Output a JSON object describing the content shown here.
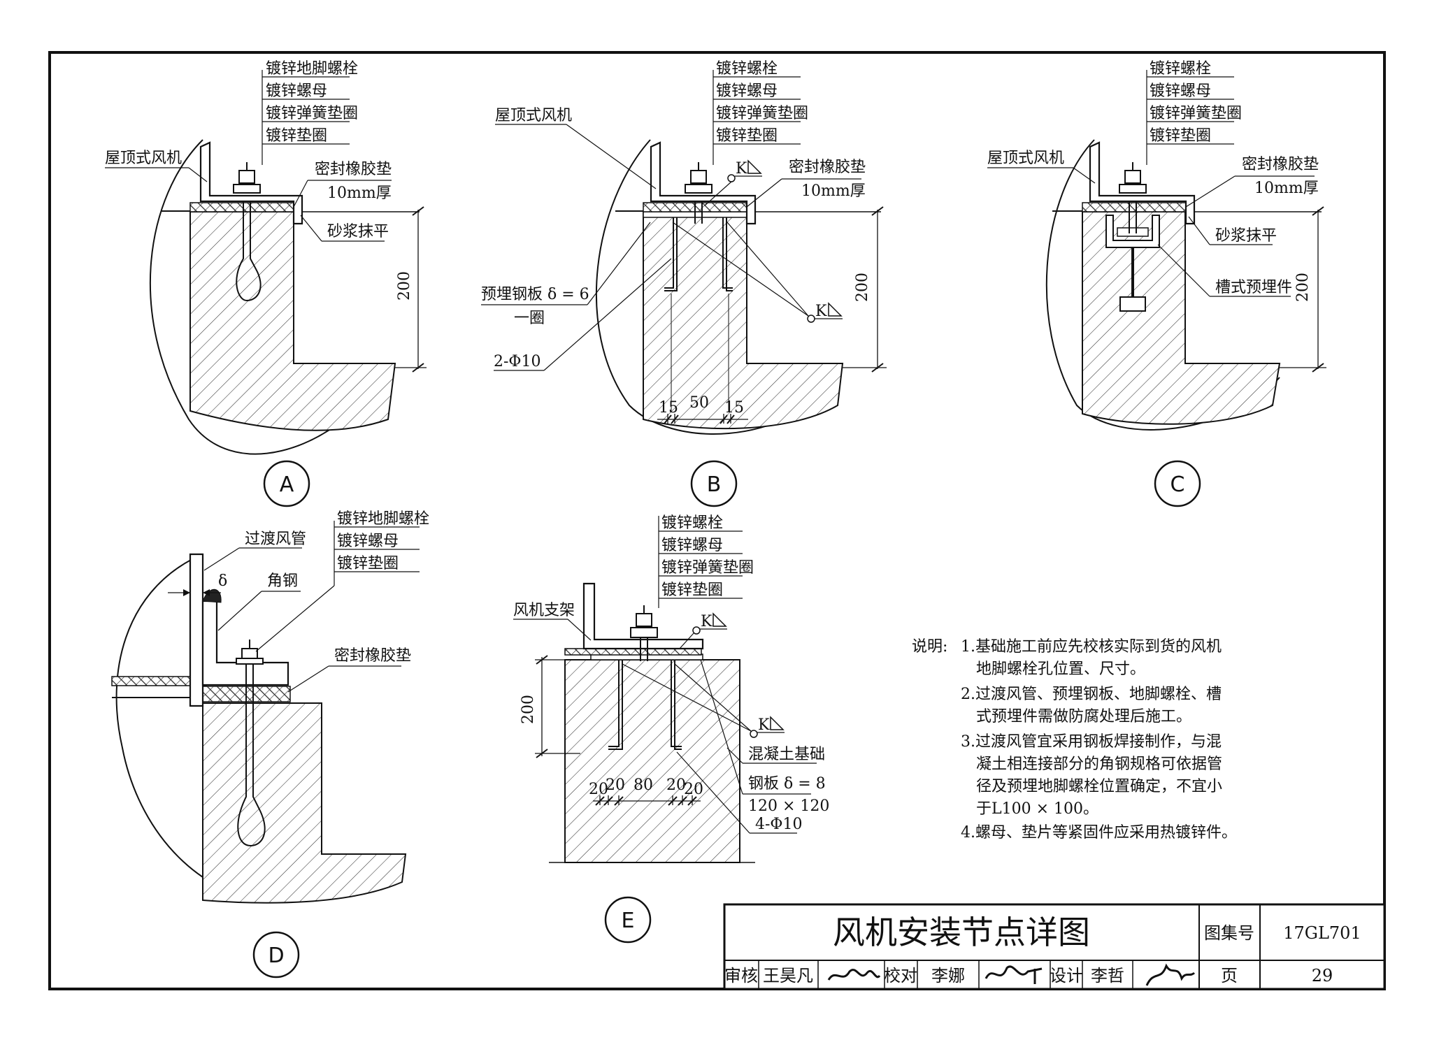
{
  "details": {
    "A": {
      "id": "A",
      "callouts": [
        "镀锌地脚螺栓",
        "镀锌螺母",
        "镀锌弹簧垫圈",
        "镀锌垫圈"
      ],
      "fan": "屋顶式风机",
      "gasket": "密封橡胶垫",
      "gasket_thk": "10mm厚",
      "mortar": "砂浆抹平",
      "height": "200"
    },
    "B": {
      "id": "B",
      "callouts": [
        "镀锌螺栓",
        "镀锌螺母",
        "镀锌弹簧垫圈",
        "镀锌垫圈"
      ],
      "fan": "屋顶式风机",
      "gasket": "密封橡胶垫",
      "gasket_thk": "10mm厚",
      "plate": "预埋钢板 δ = 6",
      "plate_2": "一圈",
      "bars": "2-Φ10",
      "weld": "K",
      "height": "200",
      "dim_a": "15",
      "dim_b": "50",
      "dim_c": "15"
    },
    "C": {
      "id": "C",
      "callouts": [
        "镀锌螺栓",
        "镀锌螺母",
        "镀锌弹簧垫圈",
        "镀锌垫圈"
      ],
      "fan": "屋顶式风机",
      "gasket": "密封橡胶垫",
      "gasket_thk": "10mm厚",
      "mortar": "砂浆抹平",
      "channel": "槽式预埋件",
      "height": "200"
    },
    "D": {
      "id": "D",
      "callouts": [
        "镀锌地脚螺栓",
        "镀锌螺母",
        "镀锌垫圈"
      ],
      "duct": "过渡风管",
      "delta": "δ",
      "angle": "角钢",
      "gasket": "密封橡胶垫"
    },
    "E": {
      "id": "E",
      "callouts": [
        "镀锌螺栓",
        "镀锌螺母",
        "镀锌弹簧垫圈",
        "镀锌垫圈"
      ],
      "bracket": "风机支架",
      "weld": "K",
      "height": "200",
      "concrete": "混凝土基础",
      "plate": "钢板 δ = 8",
      "plate_size": "120 × 120",
      "bars": "4-Φ10",
      "dim_a": "20",
      "dim_b": "20",
      "dim_c": "80",
      "dim_d": "20",
      "dim_e": "20"
    }
  },
  "notes": {
    "heading": "说明:",
    "lines": [
      "1.基础施工前应先校核实际到货的风机",
      "地脚螺栓孔位置、尺寸。",
      "2.过渡风管、预埋钢板、地脚螺栓、槽",
      "式预埋件需做防腐处理后施工。",
      "3.过渡风管宜采用钢板焊接制作，与混",
      "凝土相连接部分的角钢规格可依据管",
      "径及预埋地脚螺栓位置确定，不宜小",
      "于L100 × 100。",
      "4.螺母、垫片等紧固件应采用热镀锌件。"
    ]
  },
  "title_block": {
    "title": "风机安装节点详图",
    "atlas_label": "图集号",
    "atlas_no": "17GL701",
    "review_label": "审核",
    "reviewer": "王昊凡",
    "check_label": "校对",
    "checker": "李娜",
    "design_label": "设计",
    "designer": "李哲",
    "page_label": "页",
    "page_no": "29"
  }
}
